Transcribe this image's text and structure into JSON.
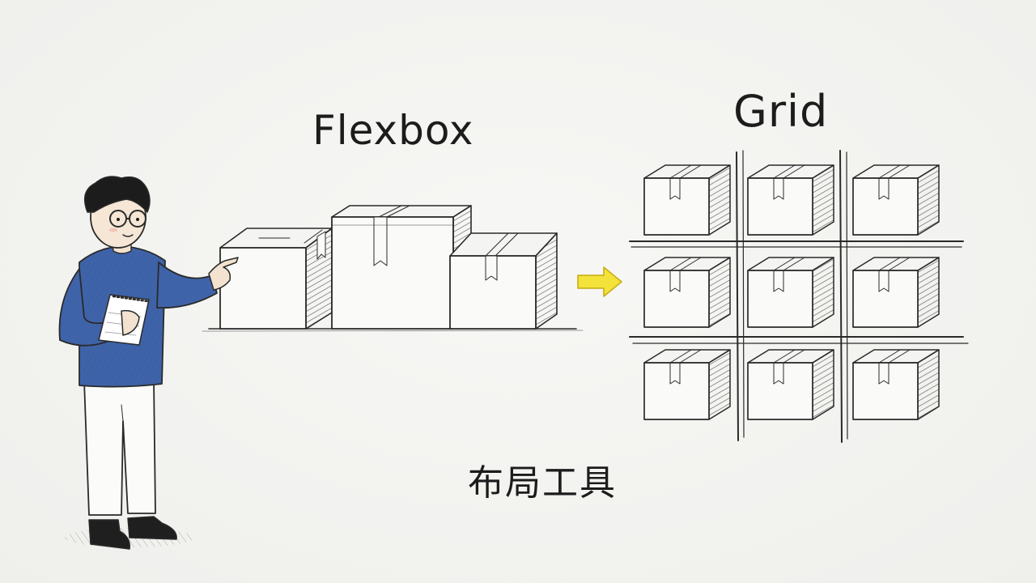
{
  "labels": {
    "flexbox": "Flexbox",
    "grid": "Grid",
    "caption": "布局工具"
  },
  "colors": {
    "sweater": "#3f63a8",
    "arrow": "#f2e23a",
    "ink": "#2a2a2a",
    "background": "#f3f3f1"
  },
  "icons": {
    "arrow": "arrow-right-icon"
  }
}
